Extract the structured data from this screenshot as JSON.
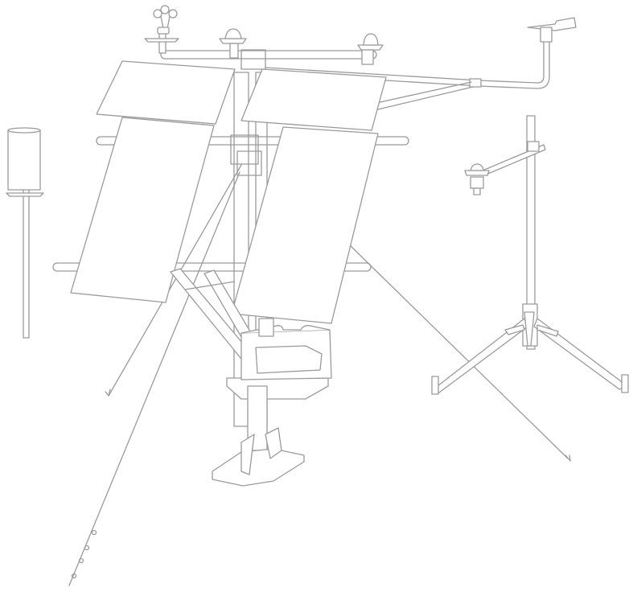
{
  "diagram": {
    "kind": "line-drawing",
    "stroke_color": "#9a9a9a",
    "fill_color": "#ffffff",
    "components": [
      {
        "id": "rain-gauge",
        "icon": "rain-gauge-icon"
      },
      {
        "id": "cup-anemometer",
        "icon": "anemometer-icon"
      },
      {
        "id": "wind-vane",
        "icon": "wind-vane-icon"
      },
      {
        "id": "radiation-sensor-left",
        "icon": "pyranometer-icon"
      },
      {
        "id": "radiation-sensor-right",
        "icon": "pyranometer-icon"
      },
      {
        "id": "solar-panels",
        "icon": "solar-panel-icon"
      },
      {
        "id": "mast",
        "icon": "mast-icon"
      },
      {
        "id": "battery-enclosure",
        "icon": "enclosure-icon"
      },
      {
        "id": "tripod",
        "icon": "tripod-icon"
      },
      {
        "id": "tripod-sensor",
        "icon": "radiation-shield-icon"
      },
      {
        "id": "guy-wires",
        "icon": "guy-wire-icon"
      },
      {
        "id": "base-plate",
        "icon": "base-plate-icon"
      }
    ]
  }
}
